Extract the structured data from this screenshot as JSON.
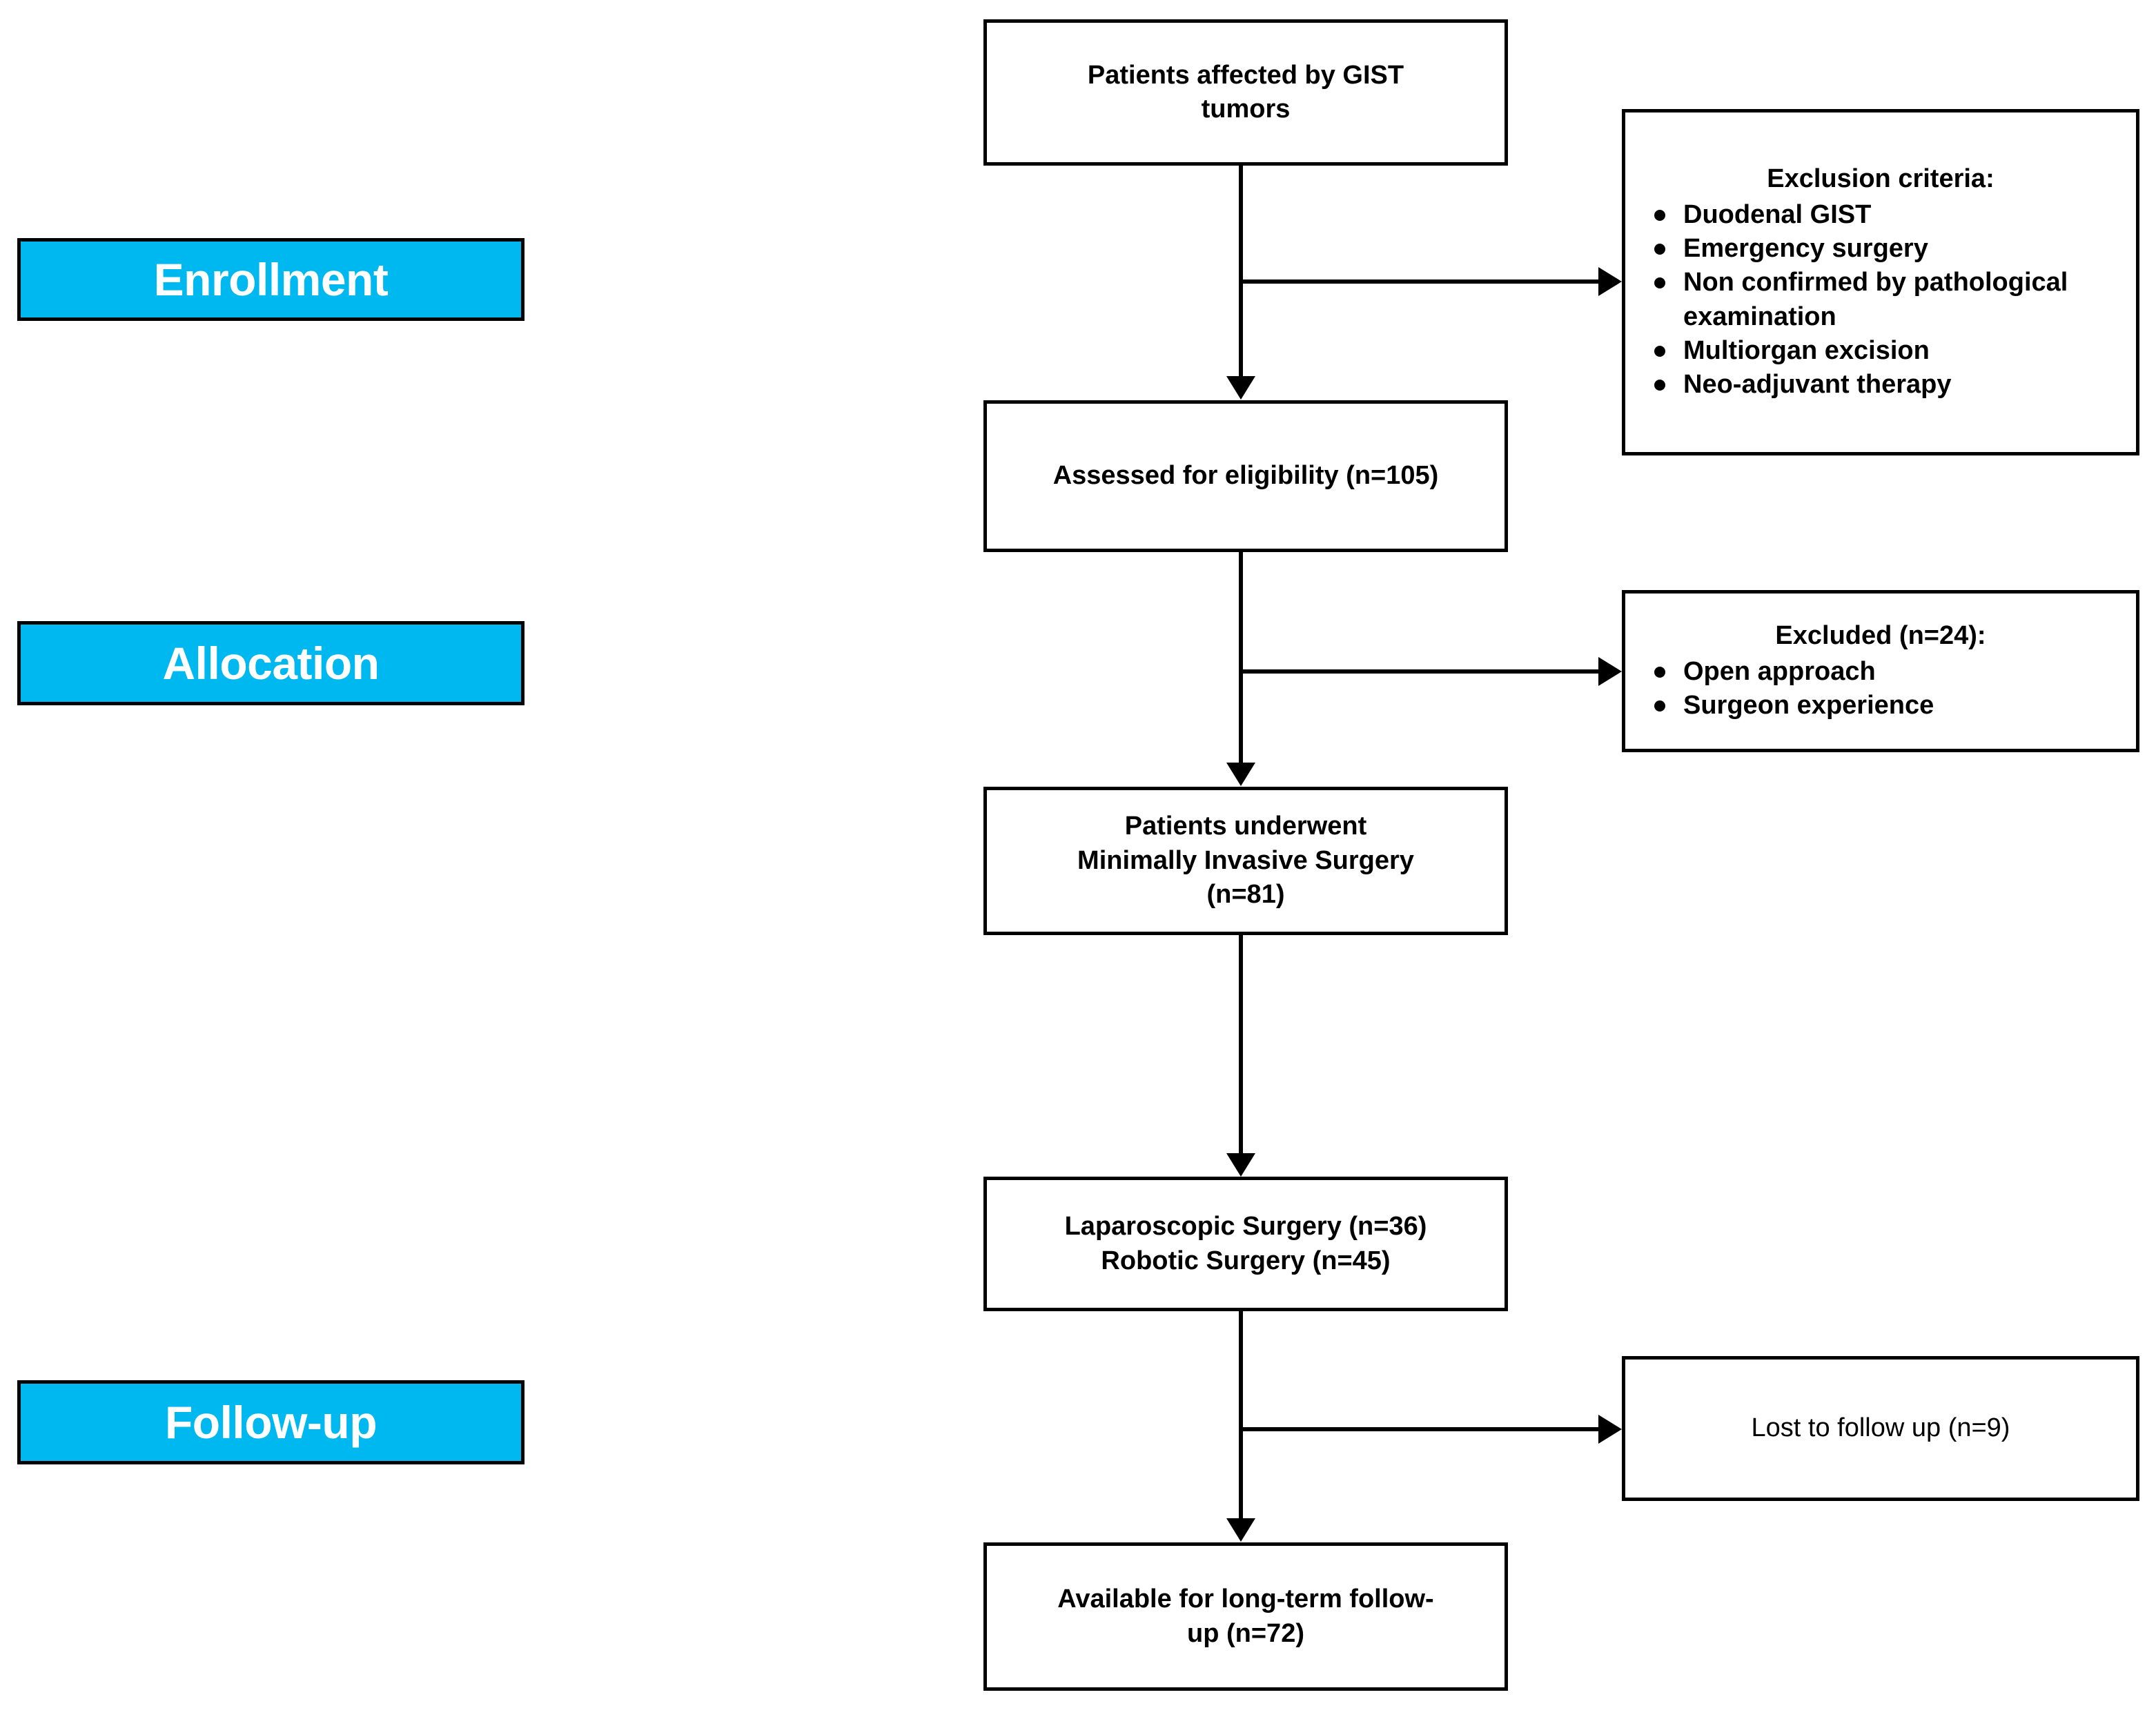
{
  "figure": {
    "type": "flowchart",
    "description": "CONSORT-style patient flow diagram for GIST tumor surgical study"
  },
  "colors": {
    "stage_label_background": "#00b8f0",
    "stage_label_text": "#ffffff",
    "box_border": "#000000",
    "box_background": "#ffffff",
    "text": "#000000"
  },
  "stages": [
    {
      "label": "Enrollment"
    },
    {
      "label": "Allocation"
    },
    {
      "label": "Follow-up"
    }
  ],
  "main_boxes": [
    {
      "id": "source-population",
      "line1": "Patients affected by GIST",
      "line2": "tumors"
    },
    {
      "id": "eligibility",
      "line1": "Assessed for eligibility (n=105)"
    },
    {
      "id": "minimally-invasive-surgery",
      "line1": "Patients underwent",
      "line2": "Minimally Invasive Surgery",
      "line3": "(n=81)"
    },
    {
      "id": "surgery-approach",
      "line1": "Laparoscopic Surgery (n=36)",
      "line2": "Robotic Surgery (n=45)"
    },
    {
      "id": "long-term-followup",
      "line1": "Available for long-term follow-",
      "line2": "up (n=72)"
    }
  ],
  "side_boxes": [
    {
      "id": "exclusion-criteria",
      "title": "Exclusion criteria:",
      "items": [
        "Duodenal GIST",
        "Emergency surgery",
        "Non confirmed by pathological examination",
        "Multiorgan excision",
        "Neo-adjuvant therapy"
      ]
    },
    {
      "id": "excluded",
      "title": "Excluded (n=24):",
      "items": [
        "Open approach",
        "Surgeon experience"
      ]
    },
    {
      "id": "lost-to-followup",
      "title": "Lost to follow up (n=9)",
      "items": []
    }
  ]
}
